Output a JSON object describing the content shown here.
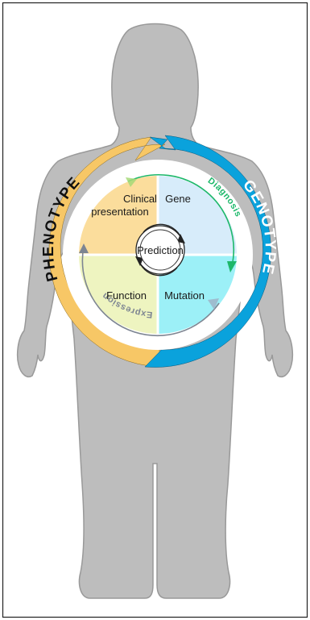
{
  "outer_ring": {
    "left_label": "PHENOTYPE",
    "right_label": "GENOTYPE",
    "left_color": "#f7c766",
    "right_color": "#0aa2dc"
  },
  "quadrants": [
    {
      "label": "Clinical presentation",
      "color": "#fbdd9c"
    },
    {
      "label": "Gene",
      "color": "#d7ecfa"
    },
    {
      "label": "Function",
      "color": "#eef4c0"
    },
    {
      "label": "Mutation",
      "color": "#9cf0f7"
    }
  ],
  "center": {
    "label": "Prediction"
  },
  "inner_arrows": [
    {
      "label": "Diagnosis",
      "color": "#1db86a"
    },
    {
      "label": "Expression",
      "color": "#7d8592"
    }
  ],
  "silhouette_color": "#bdbdbd"
}
